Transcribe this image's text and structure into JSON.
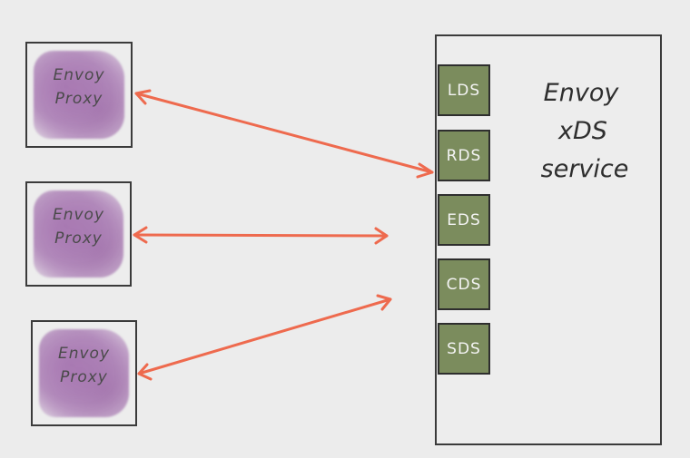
{
  "proxies": [
    {
      "line1": "Envoy",
      "line2": "Proxy"
    },
    {
      "line1": "Envoy",
      "line2": "Proxy"
    },
    {
      "line1": "Envoy",
      "line2": "Proxy"
    }
  ],
  "server": {
    "title_line1": "Envoy",
    "title_line2": "xDS",
    "title_line3": "service"
  },
  "services": [
    "LDS",
    "RDS",
    "EDS",
    "CDS",
    "SDS"
  ],
  "colors": {
    "arrow": "#ee6a4e",
    "service_fill": "#7b8c5d",
    "proxy_wash": "#b07fbb",
    "outline": "#3b3b3b"
  }
}
